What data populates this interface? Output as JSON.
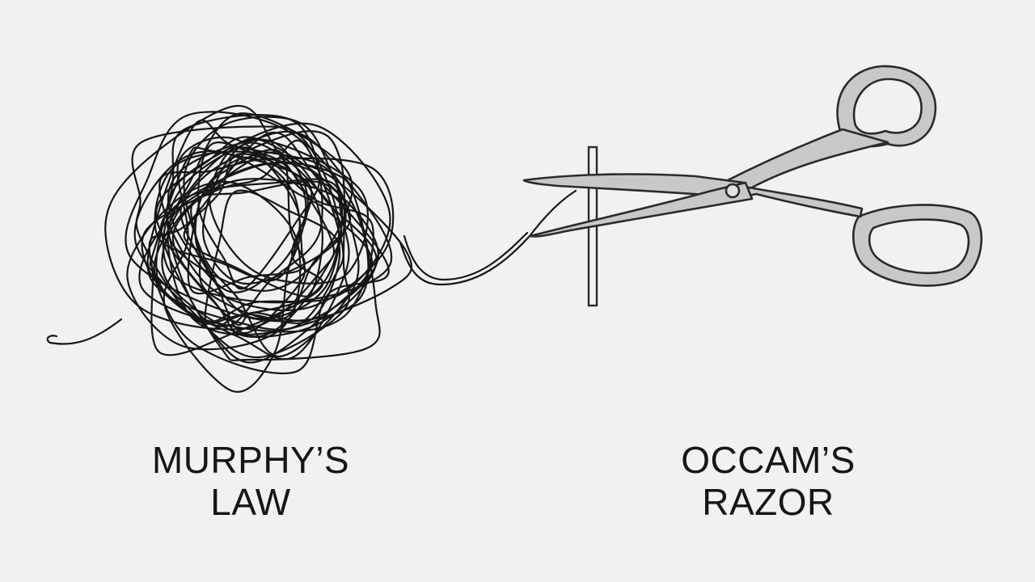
{
  "labels": {
    "murphy": {
      "line1": "MURPHY’S",
      "line2": "LAW"
    },
    "occam": {
      "line1": "OCCAM’S",
      "line2": "RAZOR"
    }
  },
  "colors": {
    "background": "#f1f1f0",
    "ink": "#161616",
    "scissors_fill": "#c8c8c8",
    "scissors_stroke": "#2a2a2a"
  },
  "icons": {
    "tangle": "tangled-thread-icon",
    "scissors": "scissors-icon",
    "cut_mark": "cut-line-icon"
  }
}
